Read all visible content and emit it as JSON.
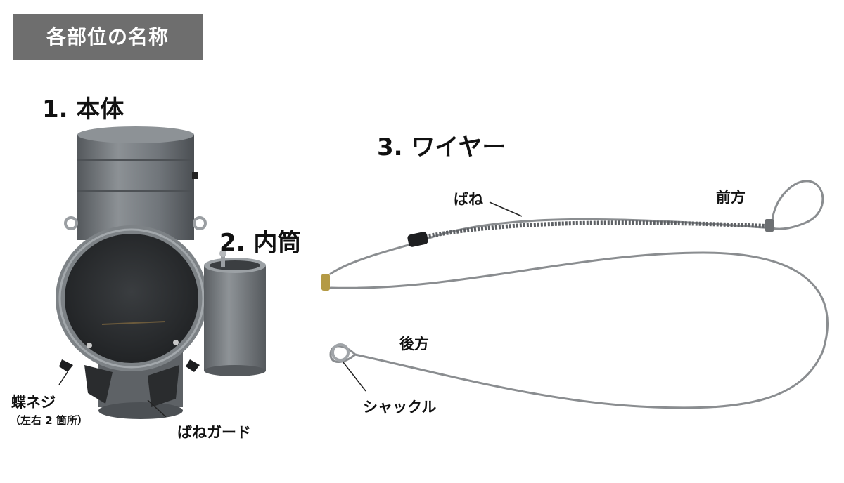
{
  "header": {
    "title": "各部位の名称"
  },
  "sections": {
    "body": {
      "heading": "1. 本体"
    },
    "inner": {
      "heading": "2. 内筒"
    },
    "wire": {
      "heading": "3. ワイヤー"
    }
  },
  "callouts": {
    "wing_screw": "蝶ネジ",
    "wing_screw_note": "（左右 2 箇所）",
    "spring_guard": "ばねガード",
    "spring": "ばね",
    "front": "前方",
    "rear": "後方",
    "shackle": "シャックル"
  },
  "colors": {
    "title_bg": "#6e6e6e",
    "body_gray": "#6f7478",
    "wire": "#8a8d90"
  }
}
